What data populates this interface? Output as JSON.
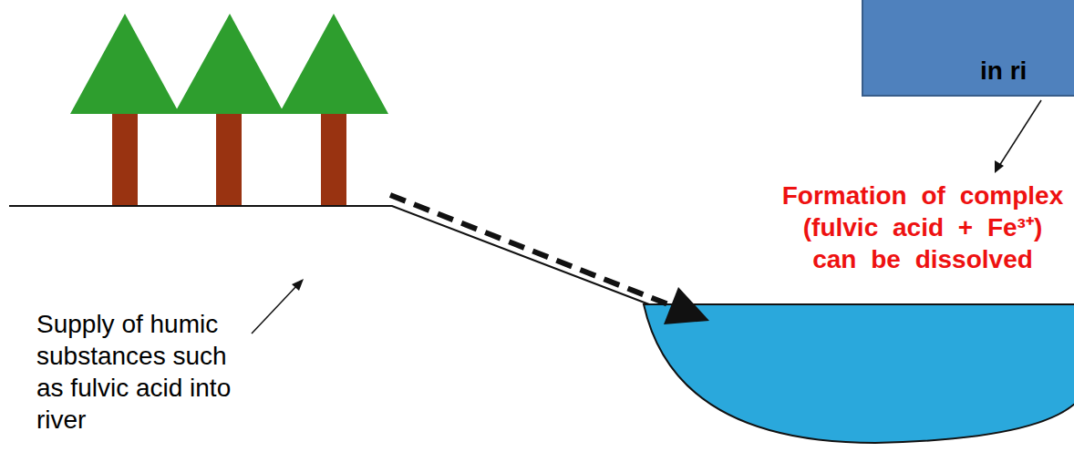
{
  "diagram": {
    "nodes": [
      {
        "text": [
          "in ri"
        ]
      }
    ],
    "labels": [
      "Formation of complex (fulvic acid + Fe³⁺) can be dissolved",
      "Supply of humic substances such as fulvic acid into river"
    ]
  }
}
